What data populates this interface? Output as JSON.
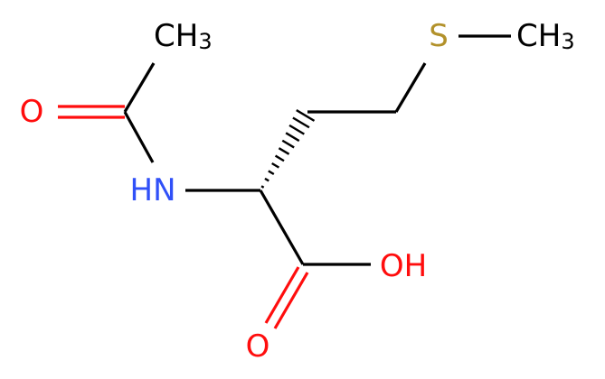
{
  "molecule": {
    "labels": {
      "ch3_top": {
        "main": "CH",
        "sub": "3"
      },
      "o_acetyl": "O",
      "nh": "HN",
      "s": "S",
      "ch3_right": {
        "main": "CH",
        "sub": "3"
      },
      "oh": "OH",
      "o_carbonyl": "O"
    }
  },
  "colors": {
    "carbon": "#000000",
    "oxygen": "#ff0d0d",
    "nitrogen": "#3050f8",
    "sulfur": "#b2912a"
  }
}
